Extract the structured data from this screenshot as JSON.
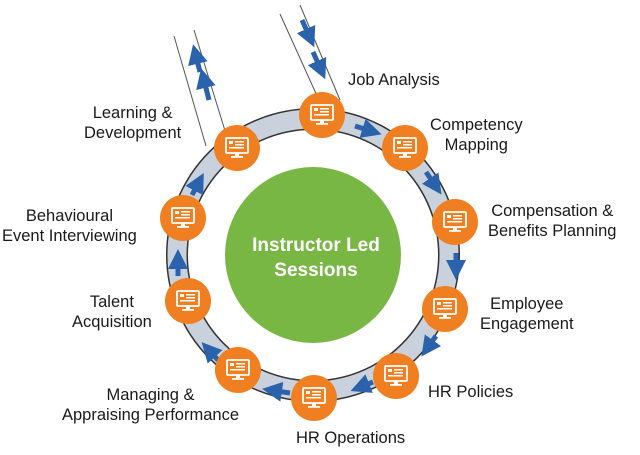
{
  "center": {
    "line1": "Instructor Led",
    "line2": "Sessions"
  },
  "nodes": [
    {
      "lines": [
        "Job  Analysis"
      ]
    },
    {
      "lines": [
        "Competency",
        "Mapping"
      ]
    },
    {
      "lines": [
        "Compensation &",
        "Benefits  Planning"
      ]
    },
    {
      "lines": [
        "Employee",
        "Engagement"
      ]
    },
    {
      "lines": [
        "HR Policies"
      ]
    },
    {
      "lines": [
        "HR Operations"
      ]
    },
    {
      "lines": [
        "Managing &",
        "Appraising Performance"
      ]
    },
    {
      "lines": [
        "Talent",
        "Acquisition"
      ]
    },
    {
      "lines": [
        "Behavioural",
        "Event Interviewing"
      ]
    },
    {
      "lines": [
        "Learning &",
        "Development"
      ]
    }
  ],
  "colors": {
    "orange": "#f07f21",
    "green": "#79b744",
    "ring": "#c9d2dc",
    "arrow": "#2a62ab",
    "ringStroke": "#333333"
  },
  "icon": "computer-monitor-icon"
}
